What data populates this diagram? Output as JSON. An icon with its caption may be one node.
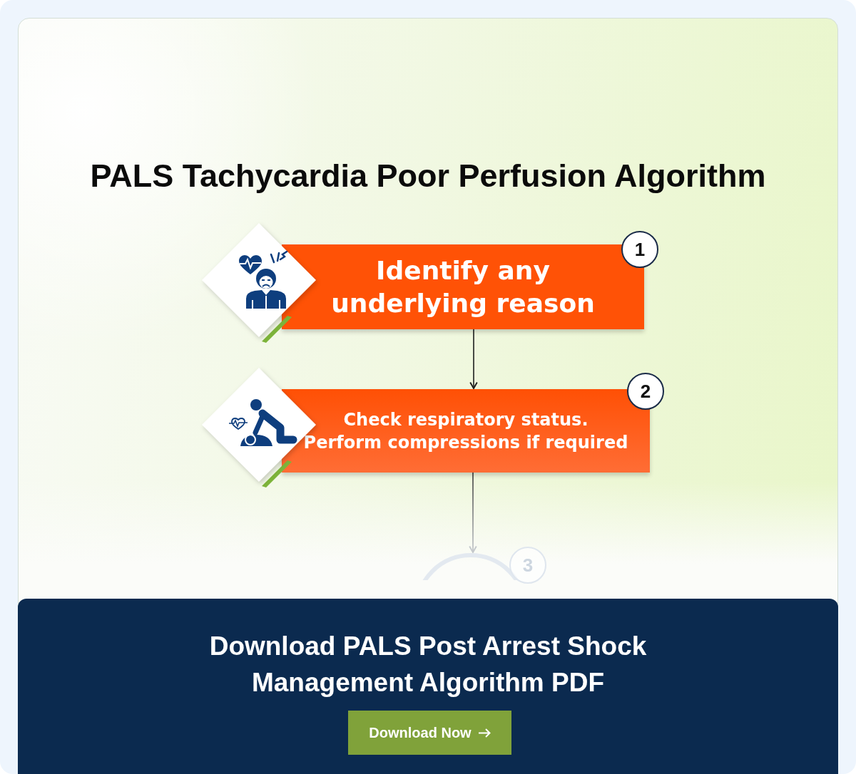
{
  "diagram": {
    "title": "PALS Tachycardia Poor Perfusion Algorithm",
    "nodes": [
      {
        "text": [
          "1",
          "Identify any underlying reason"
        ]
      },
      {
        "text": [
          "2",
          "Check respiratory status. Perform compressions if required"
        ]
      },
      {
        "text": [],
        "shape": "circle",
        "beside": [
          "3"
        ]
      }
    ],
    "edges": [
      {
        "from": 0,
        "to": 1,
        "arrow": "to"
      },
      {
        "from": 1,
        "to": 2,
        "arrow": "to"
      }
    ],
    "labels": [
      "Download PALS Post Arrest Shock Management Algorithm PDF",
      "Download Now"
    ]
  }
}
